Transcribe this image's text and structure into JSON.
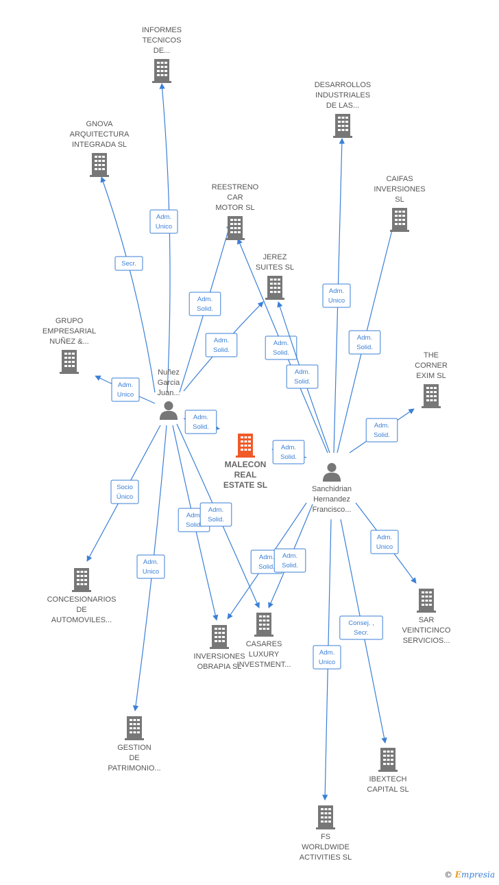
{
  "colors": {
    "edge": "#3a7fd6",
    "building": "#777777",
    "building_main": "#f05a28",
    "person": "#777777"
  },
  "nodes": [
    {
      "id": "informes",
      "kind": "building",
      "icon": "building-icon",
      "lines": [
        "INFORMES",
        "TECNICOS",
        "DE..."
      ]
    },
    {
      "id": "desarrollos",
      "kind": "building",
      "icon": "building-icon",
      "lines": [
        "DESARROLLOS",
        "INDUSTRIALES",
        "DE LAS..."
      ]
    },
    {
      "id": "gnova",
      "kind": "building",
      "icon": "building-icon",
      "lines": [
        "GNOVA",
        "ARQUITECTURA",
        "INTEGRADA SL"
      ]
    },
    {
      "id": "reestreno",
      "kind": "building",
      "icon": "building-icon",
      "lines": [
        "REESTRENO",
        "CAR",
        "MOTOR  SL"
      ]
    },
    {
      "id": "caifas",
      "kind": "building",
      "icon": "building-icon",
      "lines": [
        "CAIFAS",
        "INVERSIONES",
        "SL"
      ]
    },
    {
      "id": "jerez",
      "kind": "building",
      "icon": "building-icon",
      "lines": [
        "JEREZ",
        "SUITES  SL"
      ]
    },
    {
      "id": "grupo",
      "kind": "building",
      "icon": "building-icon",
      "lines": [
        "GRUPO",
        "EMPRESARIAL",
        "NUÑEZ &..."
      ]
    },
    {
      "id": "corner",
      "kind": "building",
      "icon": "building-icon",
      "lines": [
        "THE",
        "CORNER",
        "EXIM  SL"
      ]
    },
    {
      "id": "nunez",
      "kind": "person",
      "icon": "person-icon",
      "lines": [
        "Nuñez",
        "Garcia",
        "Juan..."
      ]
    },
    {
      "id": "malecon",
      "kind": "main",
      "icon": "building-icon",
      "lines": [
        "MALECON",
        "REAL",
        "ESTATE  SL"
      ]
    },
    {
      "id": "sanchidrian",
      "kind": "person",
      "icon": "person-icon",
      "lines": [
        "Sanchidrian",
        "Hernandez",
        "Francisco..."
      ]
    },
    {
      "id": "concesionarios",
      "kind": "building",
      "icon": "building-icon",
      "lines": [
        "CONCESIONARIOS",
        "DE",
        "AUTOMOVILES..."
      ]
    },
    {
      "id": "sar",
      "kind": "building",
      "icon": "building-icon",
      "lines": [
        "SAR",
        "VEINTICINCO",
        "SERVICIOS..."
      ]
    },
    {
      "id": "casares",
      "kind": "building",
      "icon": "building-icon",
      "lines": [
        "CASARES",
        "LUXURY",
        "INVESTMENT..."
      ]
    },
    {
      "id": "inversiones",
      "kind": "building",
      "icon": "building-icon",
      "lines": [
        "INVERSIONES",
        "OBRAPIA  SL"
      ]
    },
    {
      "id": "gestion",
      "kind": "building",
      "icon": "building-icon",
      "lines": [
        "GESTION",
        "DE",
        "PATRIMONIO..."
      ]
    },
    {
      "id": "ibextech",
      "kind": "building",
      "icon": "building-icon",
      "lines": [
        "IBEXTECH",
        "CAPITAL  SL"
      ]
    },
    {
      "id": "fs",
      "kind": "building",
      "icon": "building-icon",
      "lines": [
        "FS",
        "WORLDWIDE",
        "ACTIVITIES SL"
      ]
    }
  ],
  "edges": [
    {
      "from": "nunez",
      "to": "informes",
      "label": [
        "Adm.",
        "Unico"
      ]
    },
    {
      "from": "nunez",
      "to": "gnova",
      "label": [
        "Secr."
      ]
    },
    {
      "from": "nunez",
      "to": "reestreno",
      "label": [
        "Adm.",
        "Solid."
      ]
    },
    {
      "from": "nunez",
      "to": "jerez",
      "label": [
        "Adm.",
        "Solid."
      ]
    },
    {
      "from": "nunez",
      "to": "grupo",
      "label": [
        "Adm.",
        "Unico"
      ]
    },
    {
      "from": "nunez",
      "to": "malecon",
      "label": [
        "Adm.",
        "Solid."
      ]
    },
    {
      "from": "nunez",
      "to": "concesionarios",
      "label": [
        "Socio",
        "Único"
      ]
    },
    {
      "from": "nunez",
      "to": "gestion",
      "label": [
        "Adm.",
        "Unico"
      ]
    },
    {
      "from": "nunez",
      "to": "inversiones",
      "label": [
        "Adm.",
        "Solid."
      ]
    },
    {
      "from": "nunez",
      "to": "casares",
      "label": [
        "Adm.",
        "Solid."
      ]
    },
    {
      "from": "sanchidrian",
      "to": "desarrollos",
      "label": [
        "Adm.",
        "Unico"
      ]
    },
    {
      "from": "sanchidrian",
      "to": "caifas",
      "label": [
        "Adm.",
        "Solid."
      ]
    },
    {
      "from": "sanchidrian",
      "to": "reestreno",
      "label": [
        "Adm.",
        "Solid."
      ]
    },
    {
      "from": "sanchidrian",
      "to": "jerez",
      "label": [
        "Adm.",
        "Solid."
      ]
    },
    {
      "from": "sanchidrian",
      "to": "corner",
      "label": [
        "Adm.",
        "Solid."
      ]
    },
    {
      "from": "sanchidrian",
      "to": "malecon",
      "label": [
        "Adm.",
        "Solid."
      ]
    },
    {
      "from": "sanchidrian",
      "to": "sar",
      "label": [
        "Adm.",
        "Unico"
      ]
    },
    {
      "from": "sanchidrian",
      "to": "inversiones",
      "label": [
        "Adm.",
        "Solid."
      ]
    },
    {
      "from": "sanchidrian",
      "to": "casares",
      "label": [
        "Adm.",
        "Solid."
      ]
    },
    {
      "from": "sanchidrian",
      "to": "ibextech",
      "label": [
        "Consej. ,",
        "Secr."
      ]
    },
    {
      "from": "sanchidrian",
      "to": "fs",
      "label": [
        "Adm.",
        "Unico"
      ]
    }
  ],
  "watermark": {
    "symbol": "©",
    "brand_initial": "E",
    "brand_rest": "mpresia"
  }
}
